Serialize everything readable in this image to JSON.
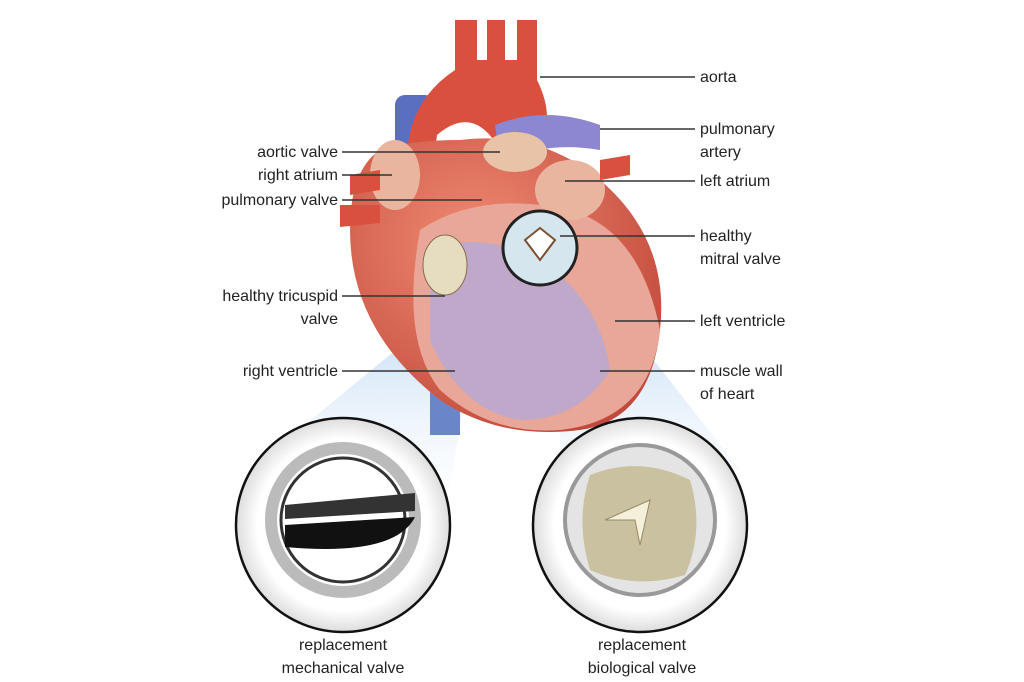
{
  "labels_left": {
    "aortic_valve": "aortic valve",
    "right_atrium": "right atrium",
    "pulmonary_valve": "pulmonary valve",
    "tricuspid_1": "healthy tricuspid",
    "tricuspid_2": "valve",
    "right_ventricle": "right ventricle"
  },
  "labels_right": {
    "aorta": "aorta",
    "pulmonary_artery_1": "pulmonary",
    "pulmonary_artery_2": "artery",
    "left_atrium": "left atrium",
    "mitral_1": "healthy",
    "mitral_2": "mitral valve",
    "left_ventricle": "left ventricle",
    "muscle_1": "muscle wall",
    "muscle_2": "of heart"
  },
  "captions": {
    "mechanical_1": "replacement",
    "mechanical_2": "mechanical valve",
    "biological_1": "replacement",
    "biological_2": "biological valve"
  },
  "colors": {
    "heart": "#d9624f",
    "vein": "#5a6fc0",
    "pulmonary": "#8d86d0",
    "fan": "#dcebf8"
  }
}
